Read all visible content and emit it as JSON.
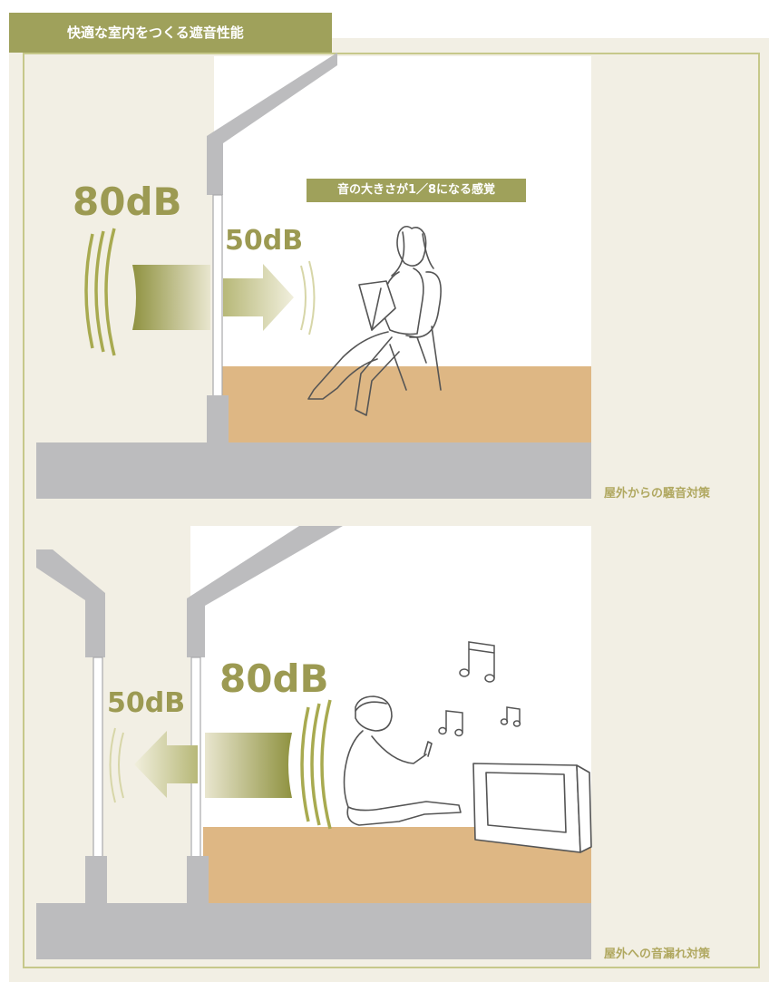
{
  "header": {
    "title": "快適な室内をつくる遮音性能"
  },
  "top_scene": {
    "outside_level": "80dB",
    "inside_level": "50dB",
    "banner": "音の大きさが1／8になる感覚",
    "caption": "屋外からの騒音対策"
  },
  "bottom_scene": {
    "inside_level": "80dB",
    "outside_level": "50dB",
    "caption": "屋外への音漏れ対策"
  },
  "colors": {
    "accent": "#9fa15b",
    "panel": "#f2efe4",
    "wall": "#bcbcbe",
    "floor": "#deb784",
    "label": "#9c9a52"
  },
  "icons": [
    "sound-wave-icon",
    "arrow-right-icon",
    "arrow-left-icon",
    "music-note-icon",
    "woman-reading-illustration",
    "person-listening-illustration",
    "television-illustration"
  ]
}
